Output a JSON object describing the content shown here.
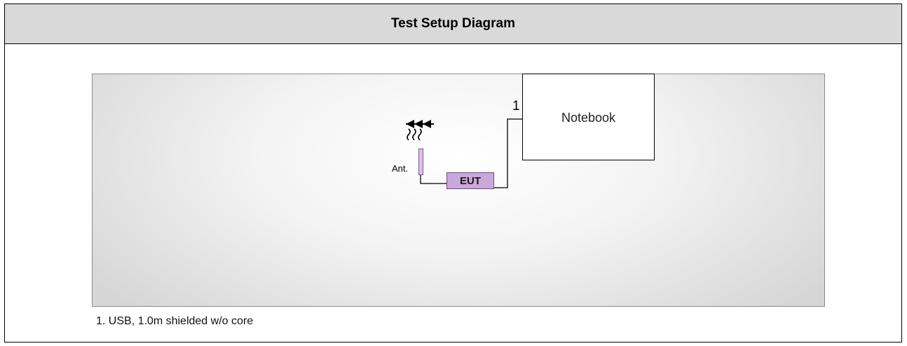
{
  "header": {
    "title": "Test Setup Diagram"
  },
  "diagram": {
    "notebook_label": "Notebook",
    "port_label": "1",
    "eut_label": "EUT",
    "antenna_label": "Ant.",
    "icons": {
      "antenna_signal": "radio-waves-icon"
    },
    "colors": {
      "eut_fill": "#c9a9d9",
      "antenna_fill": "#d8c2e6",
      "header_bg": "#d9d9d9"
    }
  },
  "notes": [
    "1. USB, 1.0m shielded w/o core"
  ]
}
